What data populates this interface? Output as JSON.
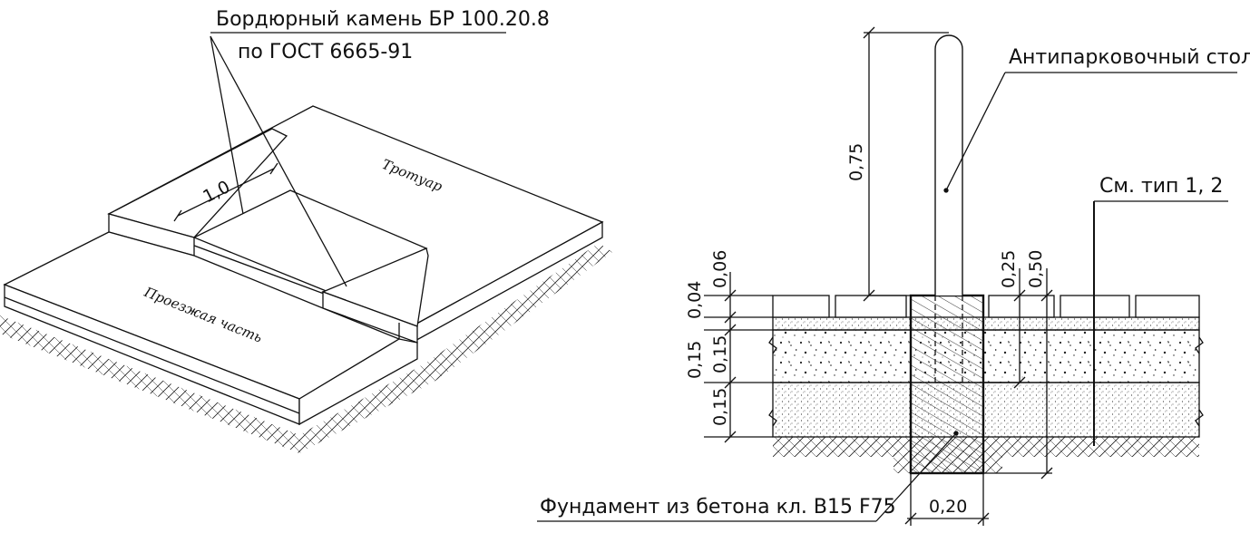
{
  "left_view": {
    "curb_label_line1": "Бордюрный камень БР 100.20.8",
    "curb_label_line2": "по ГОСТ 6665-91",
    "dim_gap": "1,0",
    "sidewalk_label": "Тротуар",
    "roadway_label": "Проезжая часть"
  },
  "right_view": {
    "bollard_label": "Антипарковочный столб",
    "see_types_label": "См. тип 1, 2",
    "foundation_label": "Фундамент из бетона кл. В15 F75",
    "dim_height": "0,75",
    "dim_embed_1": "0,25",
    "dim_embed_2": "0,50",
    "dim_tile": "0,06",
    "dim_sand": "0,04",
    "dim_layer_1": "0,15",
    "dim_layer_2": "0,15",
    "dim_layer_3": "0,15",
    "dim_width": "0,20"
  },
  "colors": {
    "ink": "#111111",
    "background": "#ffffff"
  }
}
